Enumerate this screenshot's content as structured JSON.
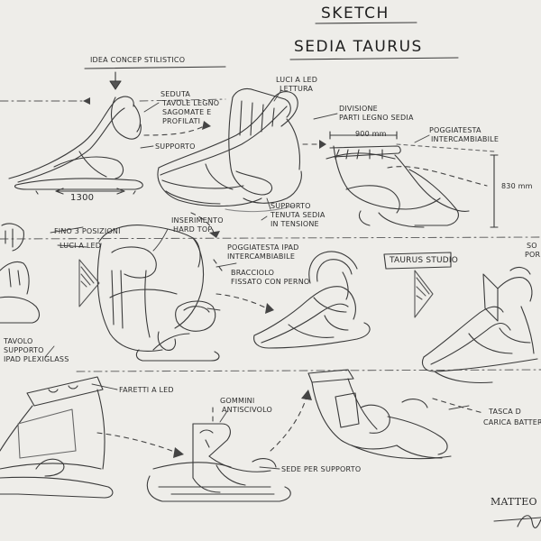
{
  "title": "SKETCH",
  "subtitle": "SEDIA TAURUS",
  "annotations": {
    "idea": "IDEA CONCEP STILISTICO",
    "seduta": "SEDUTA",
    "tavole_1": "TAVOLE LEGNO",
    "tavole_2": "SAGOMATE E",
    "tavole_3": "PROFILATI",
    "supporto_top": "SUPPORTO",
    "dim_1300": "1300",
    "luci_lettura_1": "LUCI A LED",
    "luci_lettura_2": "LETTURA",
    "divisione_1": "DIVISIONE",
    "divisione_2": "PARTI LEGNO SEDIA",
    "dim_900": "900 mm",
    "poggiatesta_1": "POGGIATESTA",
    "poggiatesta_2": "INTERCAMBIABILE",
    "dim_830": "830 mm",
    "supporto_tenuta_1": "SUPPORTO",
    "supporto_tenuta_2": "TENUTA SEDIA",
    "supporto_tenuta_3": "IN TENSIONE",
    "fino_3": "FINO 3 POSIZIONI",
    "luci_led": "LUCI A LED",
    "inserimento_1": "INSERIMENTO",
    "inserimento_2": "HARD TOP",
    "poggiatesta_ipad_1": "POGGIATESTA IPAD",
    "poggiatesta_ipad_2": "INTERCAMBIABILE",
    "bracciolo_1": "BRACCIOLO",
    "bracciolo_2": "FISSATO CON PERNO",
    "taurus_studio": "TAURUS STUDIO",
    "so_1": "SO",
    "so_2": "POR",
    "tavolo_1": "TAVOLO",
    "tavolo_2": "SUPPORTO",
    "tavolo_3": "IPAD PLEXIGLASS",
    "faretti": "FARETTI A LED",
    "gommini_1": "GOMMINI",
    "gommini_2": "ANTISCIVOLO",
    "tasca_1": "TASCA D",
    "tasca_2": "CARICA BATTER",
    "sede": "SEDE PER SUPPORTO",
    "signature": "MATTEO"
  }
}
